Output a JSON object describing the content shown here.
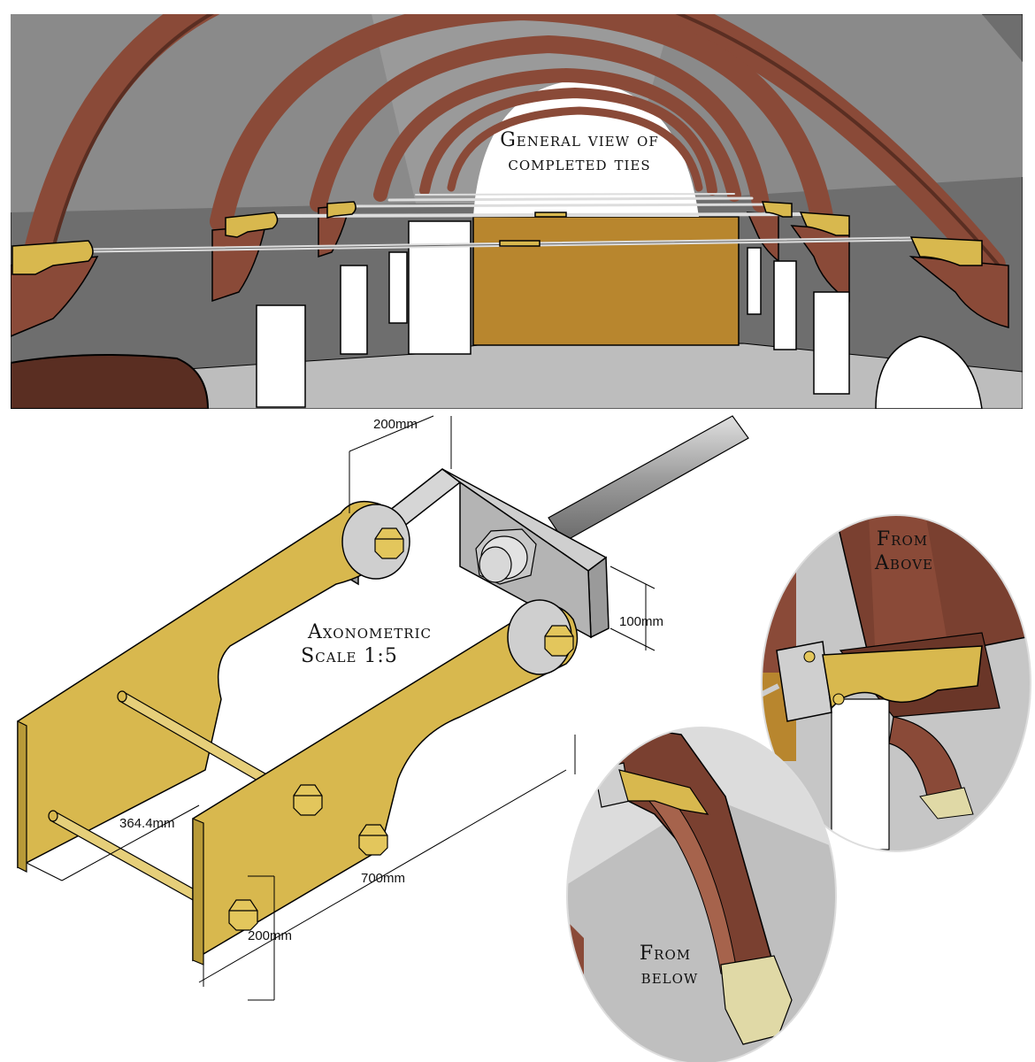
{
  "labels": {
    "general_view_line1": "General view of",
    "general_view_line2": "completed ties",
    "axonometric_line1": "Axonometric",
    "axonometric_line2": "Scale 1:5",
    "from_above_line1": "From",
    "from_above_line2": "Above",
    "from_below_line1": "From",
    "from_below_line2": "below"
  },
  "dimensions": {
    "top_width": "200mm",
    "bracket_height": "100mm",
    "inner_span": "364.4mm",
    "length": "700mm",
    "plate_height": "200mm"
  },
  "colors": {
    "brass": "#d8b84e",
    "brass_dark": "#b89a38",
    "arch_brick": "#8a4a38",
    "arch_brick_dark": "#5a2e22",
    "wall_grey": "#6e6e6e",
    "floor_grey": "#bdbdbd",
    "end_wall_ochre": "#b8862e",
    "steel": "#b8b8b8"
  }
}
